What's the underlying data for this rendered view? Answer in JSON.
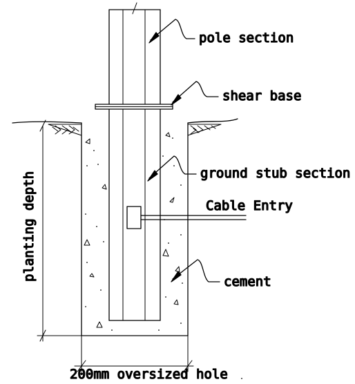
{
  "labels": {
    "pole_section": "pole section",
    "shear_base": "shear base",
    "ground_stub_section": "ground stub section",
    "cable_entry": "Cable Entry",
    "cement": "cement",
    "planting_depth": "planting depth",
    "oversized_hole": "200mm oversized hole"
  },
  "colors": {
    "line": "#000000",
    "background": "#ffffff"
  }
}
